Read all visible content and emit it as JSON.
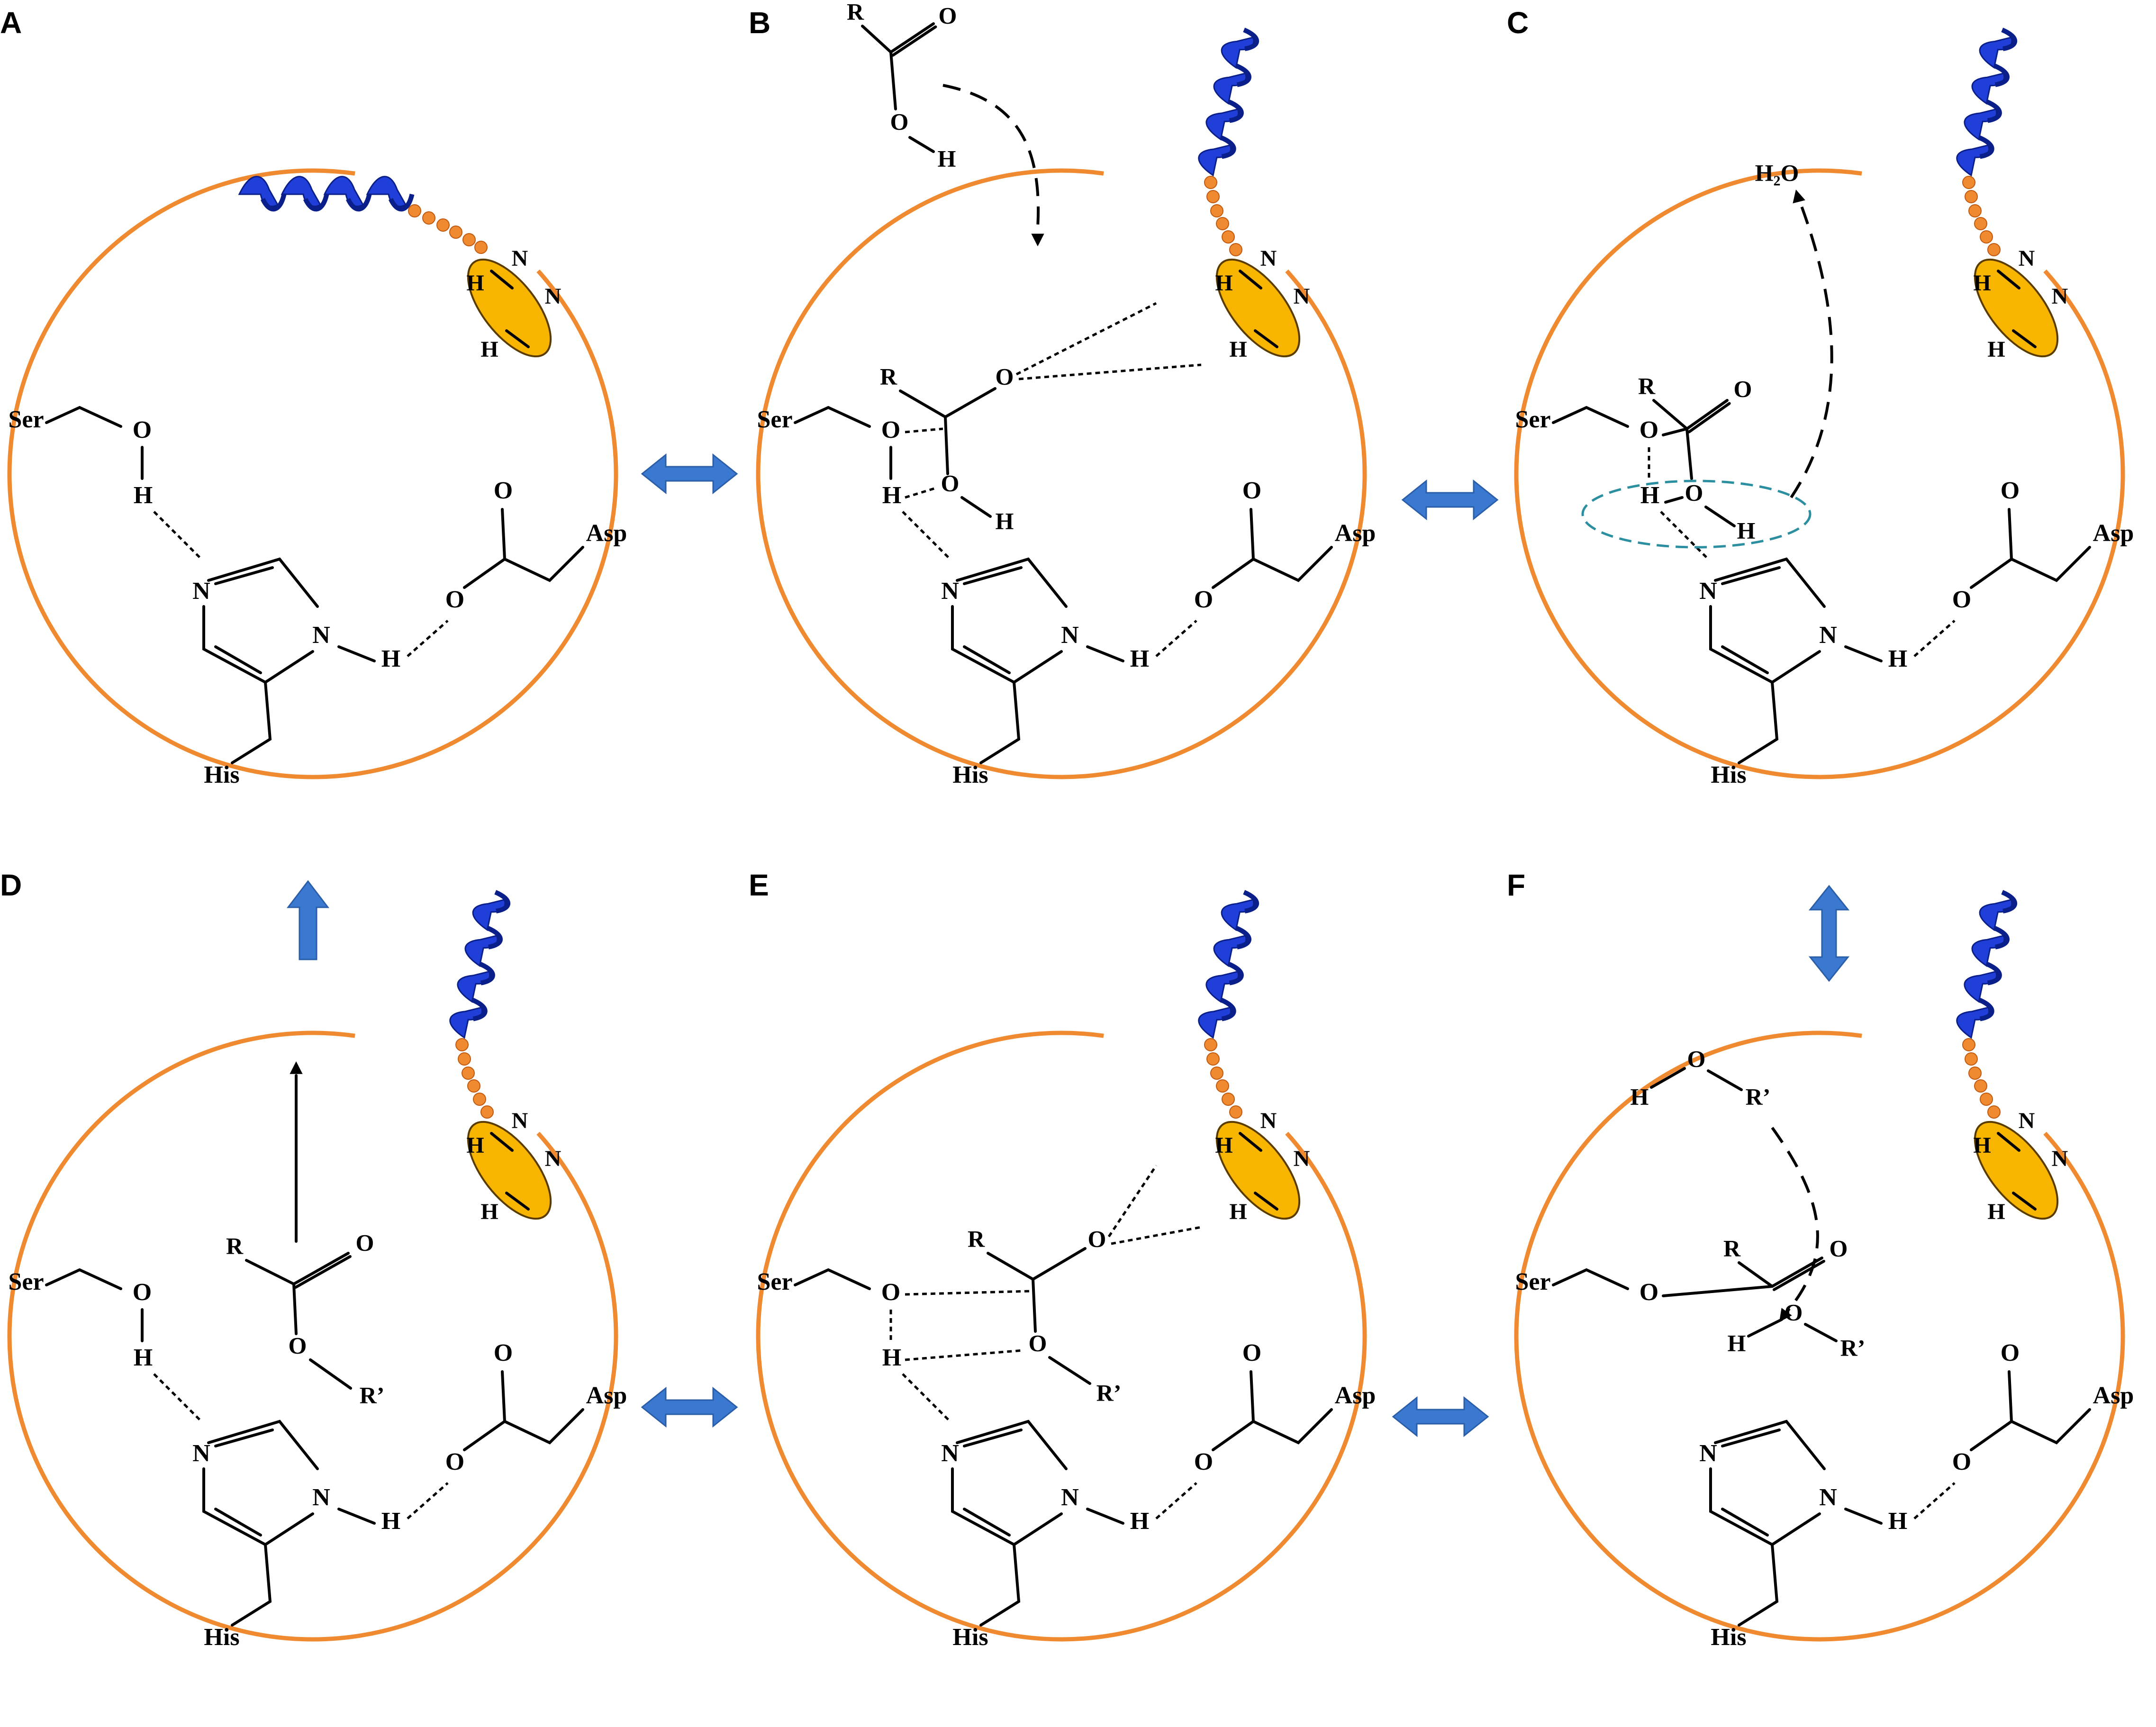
{
  "panels": [
    {
      "letter": "A",
      "ser": "Ser",
      "his": "His",
      "asp": "Asp",
      "o": "O",
      "h": "H",
      "n": "N"
    },
    {
      "letter": "B",
      "ser": "Ser",
      "his": "His",
      "asp": "Asp",
      "o": "O",
      "h": "H",
      "n": "N",
      "r": "R"
    },
    {
      "letter": "C",
      "ser": "Ser",
      "his": "His",
      "asp": "Asp",
      "o": "O",
      "h": "H",
      "n": "N",
      "r": "R",
      "h2o": "H₂O"
    },
    {
      "letter": "D",
      "ser": "Ser",
      "his": "His",
      "asp": "Asp",
      "o": "O",
      "h": "H",
      "n": "N",
      "r": "R",
      "rp": "R’"
    },
    {
      "letter": "E",
      "ser": "Ser",
      "his": "His",
      "asp": "Asp",
      "o": "O",
      "h": "H",
      "n": "N",
      "r": "R",
      "rp": "R’"
    },
    {
      "letter": "F",
      "ser": "Ser",
      "his": "His",
      "asp": "Asp",
      "o": "O",
      "h": "H",
      "n": "N",
      "r": "R",
      "rp": "R’"
    }
  ],
  "colors": {
    "pocket": "#f08a30",
    "helix": "#1f3fd8",
    "helix_dark": "#0a1f8a",
    "oxyanion_hole": "#f7b500",
    "transition_arrow": "#3b78cf",
    "highlight_ellipse": "#2c8fa0"
  }
}
